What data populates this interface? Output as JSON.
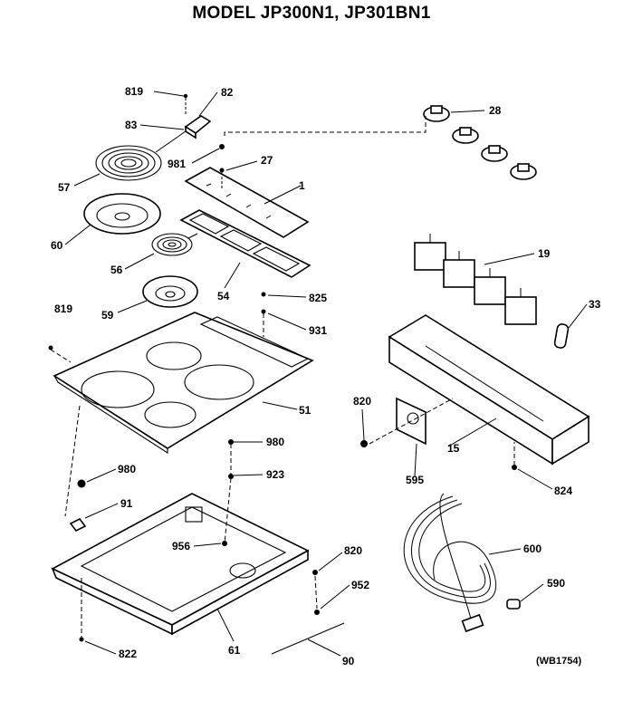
{
  "title": "MODEL JP300N1, JP301BN1",
  "figure_code": "(WB1754)",
  "labels": {
    "l819a": "819",
    "l82": "82",
    "l83": "83",
    "l28": "28",
    "l981": "981",
    "l27": "27",
    "l57": "57",
    "l1": "1",
    "l60": "60",
    "l19": "19",
    "l56": "56",
    "l54": "54",
    "l825": "825",
    "l33": "33",
    "l59": "59",
    "l819b": "819",
    "l931": "931",
    "l820a": "820",
    "l51": "51",
    "l15": "15",
    "l980a": "980",
    "l595": "595",
    "l980b": "980",
    "l923": "923",
    "l824": "824",
    "l91": "91",
    "l600": "600",
    "l956": "956",
    "l820b": "820",
    "l952": "952",
    "l590": "590",
    "l822": "822",
    "l61": "61",
    "l90": "90"
  }
}
